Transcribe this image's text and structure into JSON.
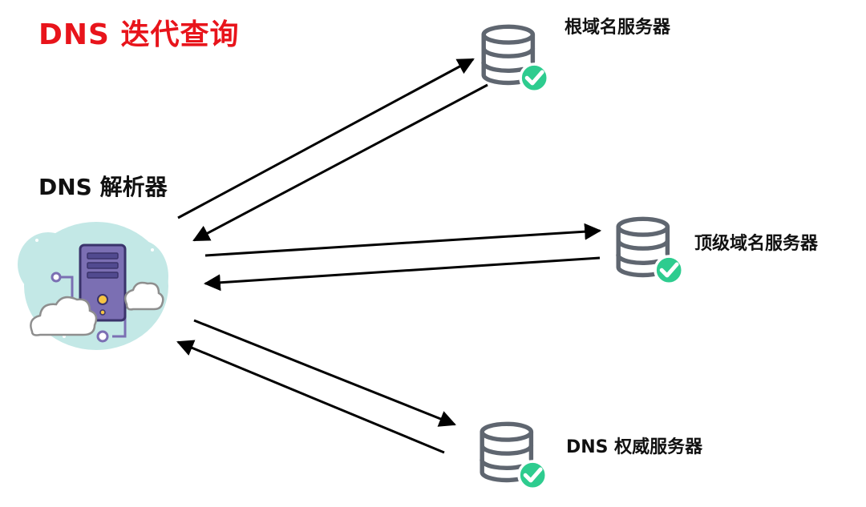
{
  "title": "DNS  迭代查询",
  "resolver": {
    "label": "DNS 解析器",
    "icon": "cloud-server-icon"
  },
  "servers": {
    "root": {
      "label": "根域名服务器",
      "icon": "database-check-icon"
    },
    "tld": {
      "label": "顶级域名服务器",
      "icon": "database-check-icon"
    },
    "authoritative": {
      "label": "DNS 权威服务器",
      "icon": "database-check-icon"
    }
  },
  "colors": {
    "title": "#e8141b",
    "check": "#2ecc8f",
    "server_body": "#7b6fb3",
    "cloud": "#bfe6e4",
    "arrow": "#000000"
  }
}
